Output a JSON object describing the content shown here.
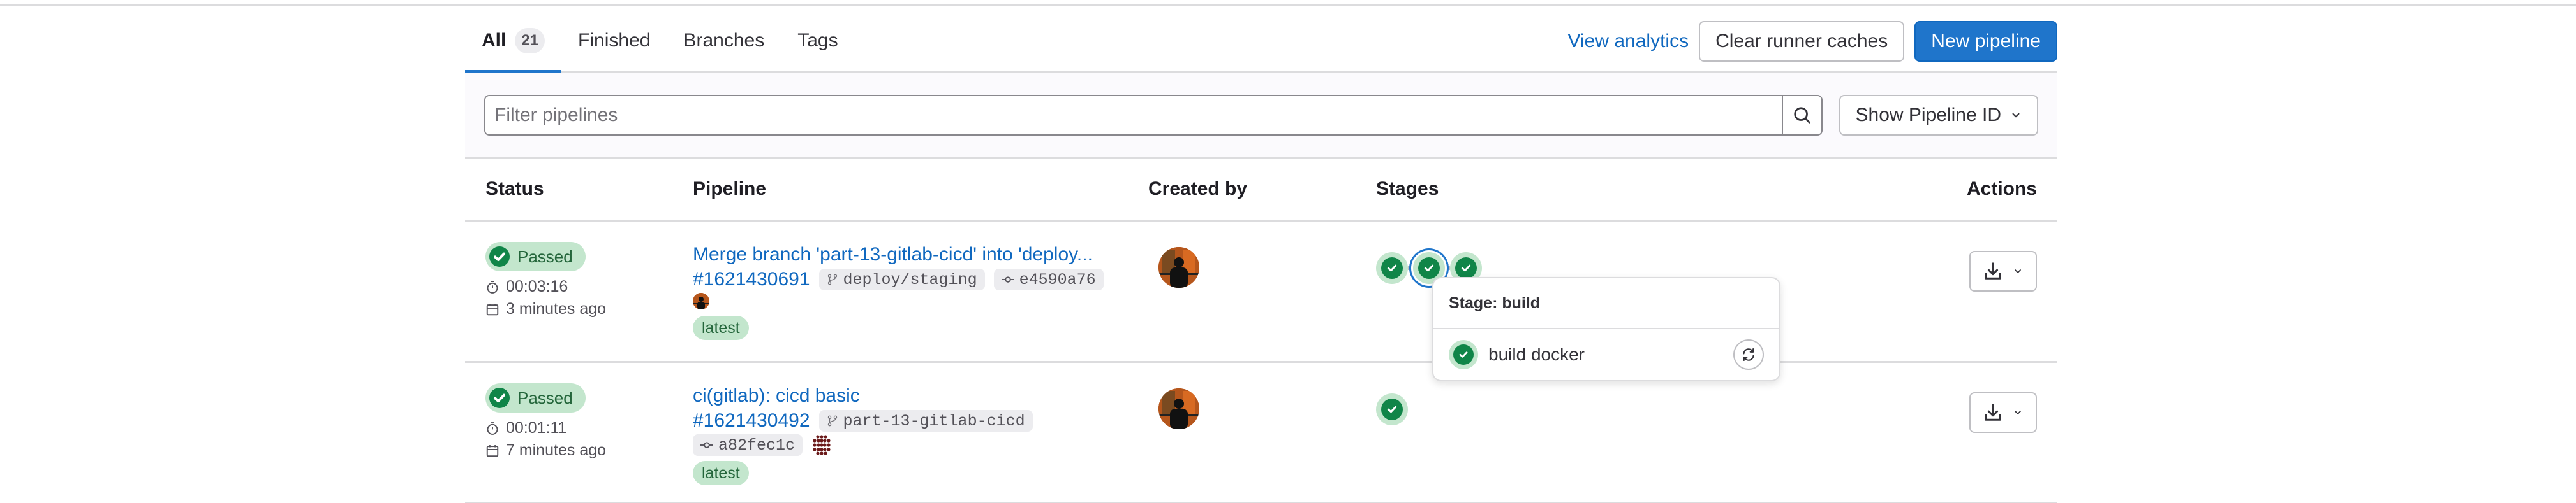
{
  "tabs": [
    {
      "label": "All",
      "count": "21",
      "active": true
    },
    {
      "label": "Finished"
    },
    {
      "label": "Branches"
    },
    {
      "label": "Tags"
    }
  ],
  "header_actions": {
    "view_analytics": "View analytics",
    "clear_runner_caches": "Clear runner caches",
    "new_pipeline": "New pipeline"
  },
  "filter": {
    "placeholder": "Filter pipelines",
    "value": "",
    "show_id_dropdown": "Show Pipeline ID"
  },
  "table": {
    "columns": [
      "Status",
      "Pipeline",
      "Created by",
      "Stages",
      "Actions"
    ],
    "rows": [
      {
        "status": "Passed",
        "duration": "00:03:16",
        "finished": "3 minutes ago",
        "title": "Merge branch 'part-13-gitlab-cicd' into 'deploy...",
        "id": "#1621430691",
        "branch": "deploy/staging",
        "commit": "e4590a76",
        "label": "latest",
        "stages": [
          "passed",
          "passed",
          "passed"
        ]
      },
      {
        "status": "Passed",
        "duration": "00:01:11",
        "finished": "7 minutes ago",
        "title": "ci(gitlab): cicd basic",
        "id": "#1621430492",
        "branch": "part-13-gitlab-cicd",
        "commit": "a82fec1c",
        "label": "latest",
        "stages": [
          "passed"
        ]
      }
    ]
  },
  "stage_popover": {
    "title": "Stage: build",
    "jobs": [
      {
        "name": "build docker",
        "status": "passed"
      }
    ]
  },
  "colors": {
    "primary": "#1f75cb",
    "link": "#1068bf",
    "success": "#108548",
    "success_bg": "#c3e6cd",
    "success_text": "#24663b"
  }
}
